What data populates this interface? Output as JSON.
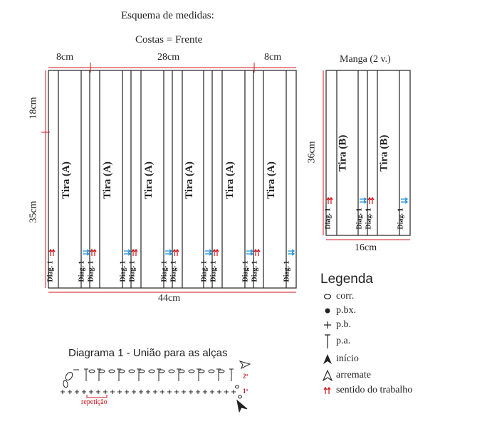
{
  "header": {
    "title": "Esquema de medidas:",
    "subtitle": "Costas = Frente"
  },
  "body_panel": {
    "top_left": "8cm",
    "top_center": "28cm",
    "top_right": "8cm",
    "left_top": "18cm",
    "left_bottom": "35cm",
    "bottom": "44cm",
    "strip_label": "Tira (A)",
    "diag_label": "Diag. 1"
  },
  "sleeve_panel": {
    "title": "Manga (2 v.)",
    "left": "36cm",
    "bottom": "16cm",
    "strip_label": "Tira (B)",
    "diag_label": "Diag. 1"
  },
  "legend": {
    "title": "Legenda",
    "items": [
      {
        "icon": "chain-icon",
        "label": "corr."
      },
      {
        "icon": "slip-stitch-icon",
        "label": "p.bx."
      },
      {
        "icon": "single-crochet-icon",
        "label": "p.b."
      },
      {
        "icon": "half-double-crochet-icon",
        "label": "p.a."
      },
      {
        "icon": "start-icon",
        "label": "início"
      },
      {
        "icon": "finish-icon",
        "label": "arremate"
      },
      {
        "icon": "work-direction-icon",
        "label": "sentido do trabalho"
      }
    ]
  },
  "diagram1": {
    "title": "Diagrama 1 - União para as alças",
    "row2": "2ª",
    "row1": "1ª",
    "repeat_label": "repetição"
  },
  "colors": {
    "line": "#222222",
    "red": "#d0141c",
    "blue": "#1a8fd6"
  }
}
